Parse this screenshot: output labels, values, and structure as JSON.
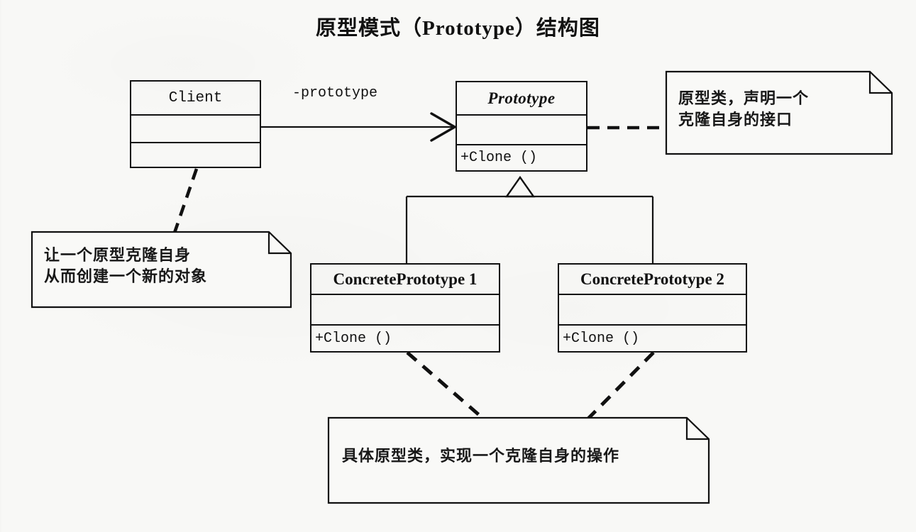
{
  "diagram": {
    "title": "原型模式（Prototype）结构图",
    "type": "uml-class-diagram",
    "background_color": "#f8f8f6",
    "line_color": "#111111"
  },
  "classes": [
    {
      "id": "client",
      "name": "Client",
      "abstract": false,
      "attributes": "",
      "operations": ""
    },
    {
      "id": "prototype",
      "name": "Prototype",
      "abstract": true,
      "attributes": "",
      "operations": "+Clone ()"
    },
    {
      "id": "concrete1",
      "name": "ConcretePrototype 1",
      "abstract": false,
      "attributes": "",
      "operations": "+Clone ()"
    },
    {
      "id": "concrete2",
      "name": "ConcretePrototype 2",
      "abstract": false,
      "attributes": "",
      "operations": "+Clone ()"
    }
  ],
  "edges": [
    {
      "id": "client-prototype",
      "from": "client",
      "to": "prototype",
      "kind": "association",
      "label": "-prototype"
    },
    {
      "id": "concrete1-prototype",
      "from": "concrete1",
      "to": "prototype",
      "kind": "generalization",
      "label": ""
    },
    {
      "id": "concrete2-prototype",
      "from": "concrete2",
      "to": "prototype",
      "kind": "generalization",
      "label": ""
    }
  ],
  "notes": [
    {
      "id": "note-prototype",
      "anchor": "prototype",
      "text": "原型类，声明一个\n克隆自身的接口"
    },
    {
      "id": "note-client",
      "anchor": "client",
      "text": "让一个原型克隆自身\n从而创建一个新的对象"
    },
    {
      "id": "note-concrete",
      "anchor": "concrete1,concrete2",
      "text": "具体原型类，实现一个克隆自身的操作"
    }
  ]
}
